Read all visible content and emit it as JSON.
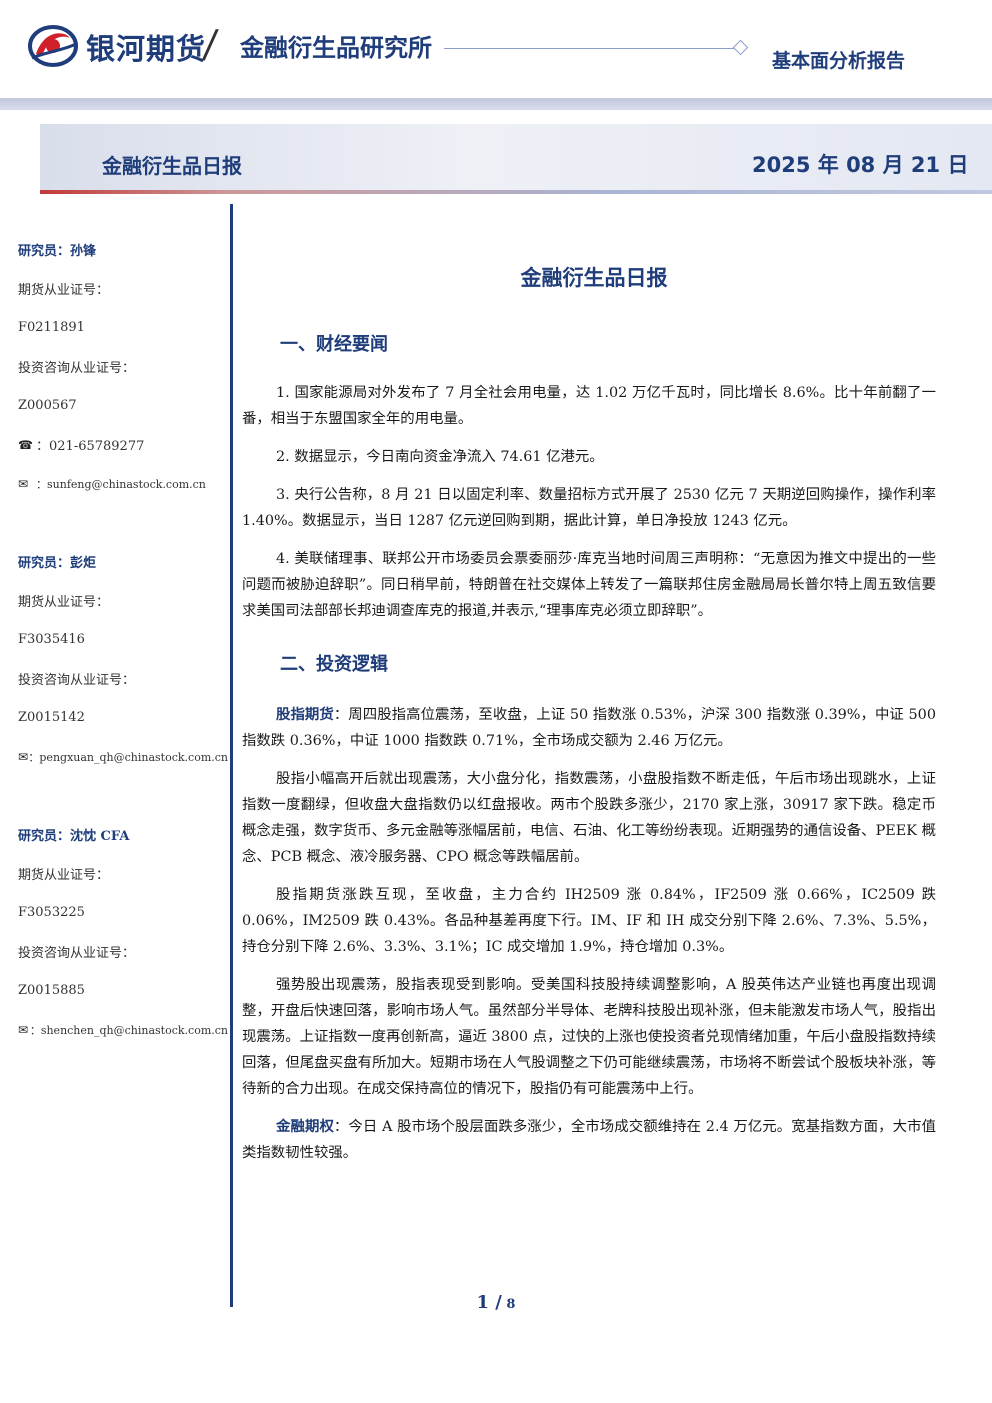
{
  "header": {
    "brand": "银河期货",
    "slash": "/",
    "institute": "金融衍生品研究所",
    "report_type": "基本面分析报告"
  },
  "banner": {
    "title": "金融衍生品日报",
    "date": "2025 年 08 月 21 日"
  },
  "analysts": [
    {
      "name": "研究员：孙锋",
      "futures_label": "期货从业证号：",
      "futures_id": "F0211891",
      "consult_label": "投资咨询从业证号：",
      "consult_id": "Z000567",
      "phone": "：021-65789277",
      "email": "：sunfeng@chinastock.com.cn"
    },
    {
      "name": "研究员：彭炬",
      "futures_label": "期货从业证号：",
      "futures_id": "F3035416",
      "consult_label": "投资咨询从业证号：",
      "consult_id": "Z0015142",
      "email": "：pengxuan_qh@chinastock.com.cn"
    },
    {
      "name": "研究员：沈忱  CFA",
      "futures_label": "期货从业证号：",
      "futures_id": "F3053225",
      "consult_label": "投资咨询从业证号：",
      "consult_id": "Z0015885",
      "email": "：shenchen_qh@chinastock.com.cn"
    }
  ],
  "icons": {
    "phone": "phone-icon",
    "email": "email-icon"
  },
  "main": {
    "title": "金融衍生品日报",
    "section1": {
      "heading": "一、财经要闻",
      "items": [
        "1. 国家能源局对外发布了 7 月全社会用电量，达 1.02 万亿千瓦时，同比增长 8.6%。比十年前翻了一番，相当于东盟国家全年的用电量。",
        "2. 数据显示，今日南向资金净流入 74.61 亿港元。",
        "3. 央行公告称，8 月 21 日以固定利率、数量招标方式开展了 2530 亿元 7 天期逆回购操作，操作利率 1.40%。数据显示，当日 1287 亿元逆回购到期，据此计算，单日净投放 1243 亿元。",
        "4. 美联储理事、联邦公开市场委员会票委丽莎·库克当地时间周三声明称：“无意因为推文中提出的一些问题而被胁迫辞职”。同日稍早前，特朗普在社交媒体上转发了一篇联邦住房金融局局长普尔特上周五致信要求美国司法部部长邦迪调查库克的报道,并表示,“理事库克必须立即辞职”。"
      ]
    },
    "section2": {
      "heading": "二、投资逻辑",
      "p1_lead": "股指期货",
      "p1_text": "：周四股指高位震荡，至收盘，上证 50 指数涨 0.53%，沪深 300 指数涨 0.39%，中证 500 指数跌 0.36%，中证 1000 指数跌 0.71%，全市场成交额为 2.46 万亿元。",
      "p2": "股指小幅高开后就出现震荡，大小盘分化，指数震荡，小盘股指数不断走低，午后市场出现跳水，上证指数一度翻绿，但收盘大盘指数仍以红盘报收。两市个股跌多涨少，2170 家上涨，30917 家下跌。稳定币概念走强，数字货币、多元金融等涨幅居前，电信、石油、化工等纷纷表现。近期强势的通信设备、PEEK 概念、PCB 概念、液冷服务器、CPO 概念等跌幅居前。",
      "p3": "股指期货涨跌互现，至收盘，主力合约 IH2509 涨 0.84%，IF2509 涨 0.66%，IC2509 跌 0.06%，IM2509 跌 0.43%。各品种基差再度下行。IM、IF 和 IH 成交分别下降 2.6%、7.3%、5.5%，持仓分别下降 2.6%、3.3%、3.1%；IC 成交增加 1.9%，持仓增加 0.3%。",
      "p4": "强势股出现震荡，股指表现受到影响。受美国科技股持续调整影响，A 股英伟达产业链也再度出现调整，开盘后快速回落，影响市场人气。虽然部分半导体、老牌科技股出现补涨，但未能激发市场人气，股指出现震荡。上证指数一度再创新高，逼近 3800 点，过快的上涨也使投资者兑现情绪加重，午后小盘股指数持续回落，但尾盘买盘有所加大。短期市场在人气股调整之下仍可能继续震荡，市场将不断尝试个股板块补涨，等待新的合力出现。在成交保持高位的情况下，股指仍有可能震荡中上行。",
      "p5_lead": "金融期权",
      "p5_text": "：今日 A 股市场个股层面跌多涨少，全市场成交额维持在 2.4 万亿元。宽基指数方面，大市值类指数韧性较强。"
    }
  },
  "footer": {
    "page": "1 /",
    "total": " 8"
  }
}
